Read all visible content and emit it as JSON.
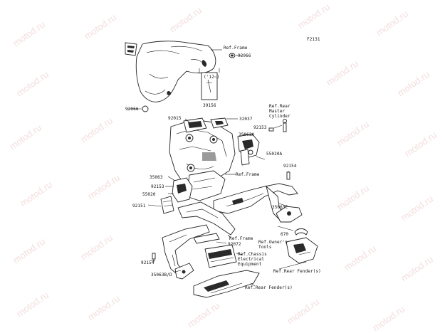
{
  "diagram_id": "F2131",
  "watermark_text": "motod.ru",
  "labels": {
    "ref_frame_top": "Ref.Frame",
    "p92066_top": "92066",
    "p92066_left": "92066",
    "p12_ref": "('12~)",
    "p39156": "39156",
    "p92015": "92015",
    "p32037": "32037",
    "ref_rear_master": "Ref.Rear\nMaster\nCylinder",
    "p92153_right": "92153",
    "p35063A": "35063A",
    "p55020A": "55020A",
    "ref_frame_mid": "Ref.Frame",
    "p92154_right": "92154",
    "p35063": "35063",
    "p92153_left": "92153",
    "p55020": "55020",
    "p92151": "92151",
    "p35063C": "35063C",
    "ref_frame_low": "Ref.Frame",
    "p670": "670",
    "ref_owners_tools": "Ref.Owner's\nTools",
    "p92072": "92072",
    "ref_chassis_elec": "Ref.Chassis\nElectrical\nEquipment",
    "p92154_left": "92154",
    "ref_rear_fender_s1": "Ref.Rear Fender(s)",
    "p35063B_D": "35063B/D",
    "ref_rear_fender_s2": "Ref.Rear Fender(s)"
  }
}
